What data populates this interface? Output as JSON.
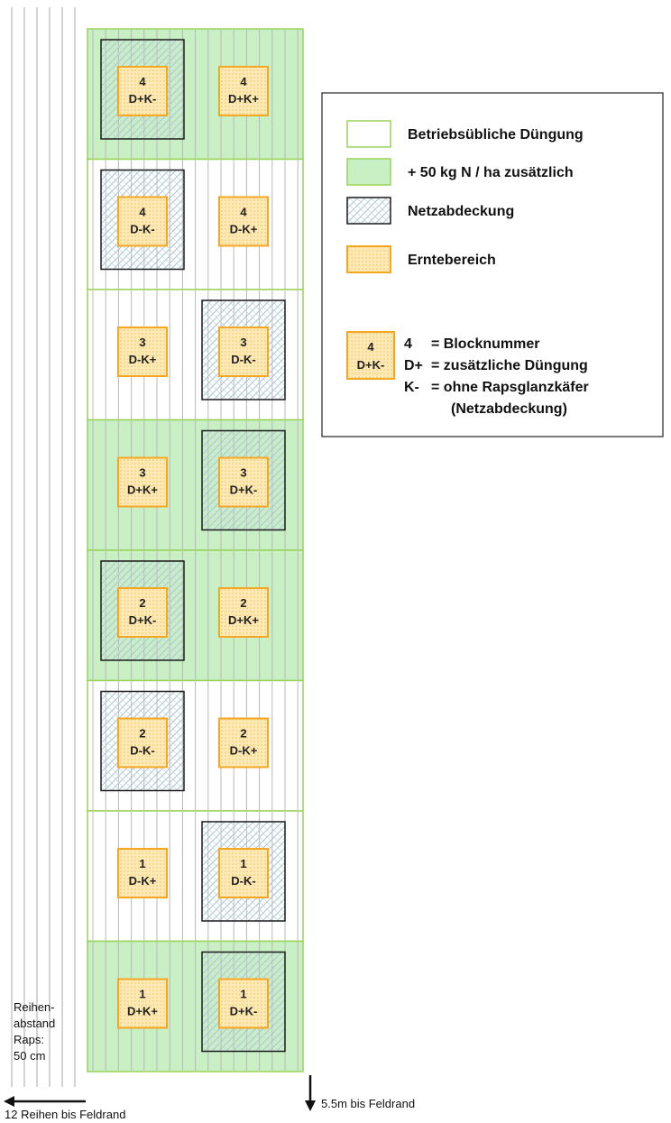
{
  "colors": {
    "normal_border": "#9ad35a",
    "extra_fill": "#c8f0c4",
    "net_border": "#1a1a1a",
    "harvest_border": "#f5a623",
    "harvest_fill": "#fde9b3",
    "row_line": "#b8b8b8"
  },
  "blocks": [
    {
      "block": "4",
      "fertilization": "extra",
      "plots": [
        {
          "number": "4",
          "code": "D+K-",
          "net": true
        },
        {
          "number": "4",
          "code": "D+K+",
          "net": false
        }
      ]
    },
    {
      "block": "4",
      "fertilization": "normal",
      "plots": [
        {
          "number": "4",
          "code": "D-K-",
          "net": true
        },
        {
          "number": "4",
          "code": "D-K+",
          "net": false
        }
      ]
    },
    {
      "block": "3",
      "fertilization": "normal",
      "plots": [
        {
          "number": "3",
          "code": "D-K+",
          "net": false
        },
        {
          "number": "3",
          "code": "D-K-",
          "net": true
        }
      ]
    },
    {
      "block": "3",
      "fertilization": "extra",
      "plots": [
        {
          "number": "3",
          "code": "D+K+",
          "net": false
        },
        {
          "number": "3",
          "code": "D+K-",
          "net": true
        }
      ]
    },
    {
      "block": "2",
      "fertilization": "extra",
      "plots": [
        {
          "number": "2",
          "code": "D+K-",
          "net": true
        },
        {
          "number": "2",
          "code": "D+K+",
          "net": false
        }
      ]
    },
    {
      "block": "2",
      "fertilization": "normal",
      "plots": [
        {
          "number": "2",
          "code": "D-K-",
          "net": true
        },
        {
          "number": "2",
          "code": "D-K+",
          "net": false
        }
      ]
    },
    {
      "block": "1",
      "fertilization": "normal",
      "plots": [
        {
          "number": "1",
          "code": "D-K+",
          "net": false
        },
        {
          "number": "1",
          "code": "D-K-",
          "net": true
        }
      ]
    },
    {
      "block": "1",
      "fertilization": "extra",
      "plots": [
        {
          "number": "1",
          "code": "D+K+",
          "net": false
        },
        {
          "number": "1",
          "code": "D+K-",
          "net": true
        }
      ]
    }
  ],
  "legend": {
    "items": [
      {
        "kind": "normal",
        "label": "Betriebsübliche Düngung"
      },
      {
        "kind": "extra",
        "label": "+ 50 kg N / ha zusätzlich"
      },
      {
        "kind": "net",
        "label": "Netzabdeckung"
      },
      {
        "kind": "harvest",
        "label": "Erntebereich"
      }
    ],
    "sample": {
      "number": "4",
      "code": "D+K-"
    },
    "explanations": [
      {
        "key": "4",
        "text": "= Blocknummer"
      },
      {
        "key": "D+",
        "text": "= zusätzliche Düngung"
      },
      {
        "key": "K-",
        "text": "= ohne Rapsglanzkäfer"
      },
      {
        "key": "",
        "text": "(Netzabdeckung)"
      }
    ]
  },
  "notes": {
    "row_spacing": [
      "Reihen-",
      "abstand",
      "Raps:",
      "50 cm"
    ],
    "left_edge": "12 Reihen bis Feldrand",
    "bottom_edge": "5.5m bis Feldrand"
  }
}
